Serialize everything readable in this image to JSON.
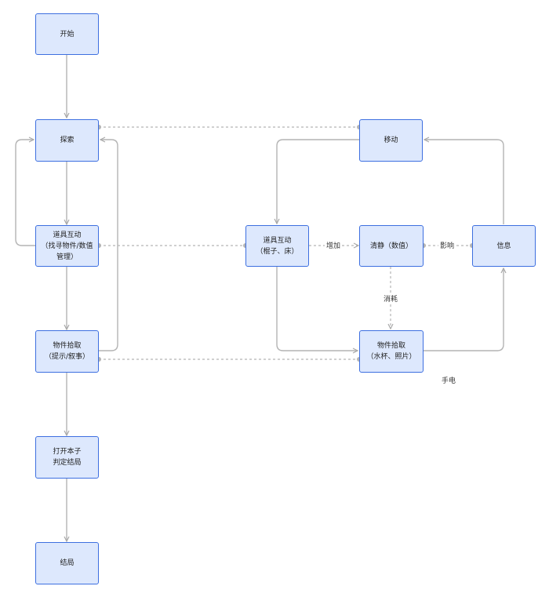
{
  "nodes": {
    "start": "开始",
    "explore": "探索",
    "prop_left": "道具互动\n（找寻物件/数值\n管理）",
    "pickup_left": "物件拾取\n（提示/叙事）",
    "open_book": "打开本子\n判定结局",
    "ending": "结局",
    "move": "移动",
    "prop_right": "道具互动\n（棍子、床）",
    "calm": "清静（数值）",
    "info": "信息",
    "pickup_right": "物件拾取\n（水杯、照片）"
  },
  "labels": {
    "increase": "增加",
    "influence": "影响",
    "consume": "消耗",
    "flashlight": "手电"
  }
}
